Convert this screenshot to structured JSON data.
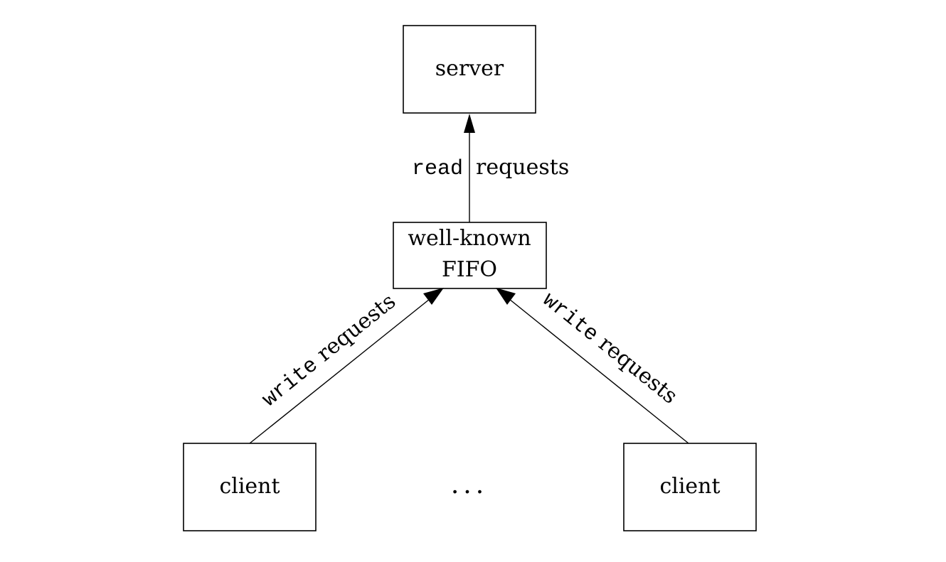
{
  "nodes": {
    "server": {
      "label": "server"
    },
    "fifo": {
      "line1": "well-known",
      "line2": "FIFO"
    },
    "client_left": {
      "label": "client"
    },
    "client_right": {
      "label": "client"
    },
    "ellipsis": "..."
  },
  "edges": {
    "fifo_to_server": {
      "code": "read",
      "text": "requests"
    },
    "client_left_to_fifo": {
      "code": "write",
      "text": "requests"
    },
    "client_right_to_fifo": {
      "code": "write",
      "text": "requests"
    }
  }
}
